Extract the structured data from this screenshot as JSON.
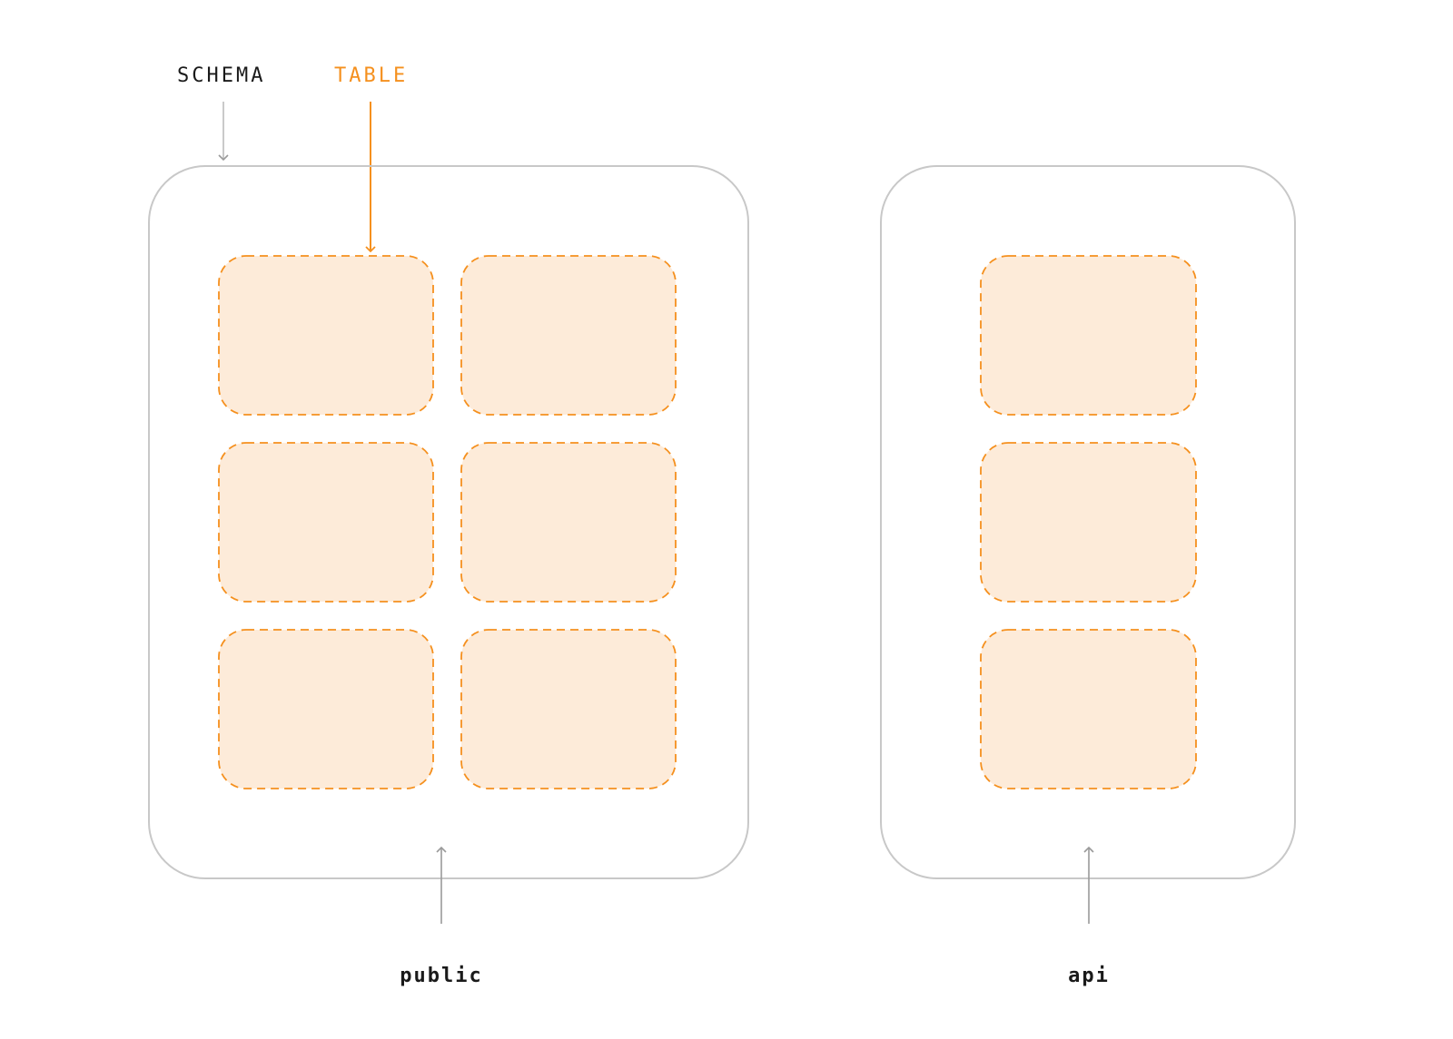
{
  "legend": {
    "schema_label": "SCHEMA",
    "table_label": "TABLE"
  },
  "schemas": [
    {
      "name": "public",
      "columns": 2,
      "rows": 3,
      "table_count": 6
    },
    {
      "name": "api",
      "columns": 1,
      "rows": 3,
      "table_count": 3
    }
  ],
  "colors": {
    "schema_border": "#c8c8c8",
    "table_border": "#f5901e",
    "table_fill": "#fdebd9",
    "arrow_gray": "#9a9a9a",
    "table_label": "#f5901e",
    "text": "#1a1a1a"
  }
}
